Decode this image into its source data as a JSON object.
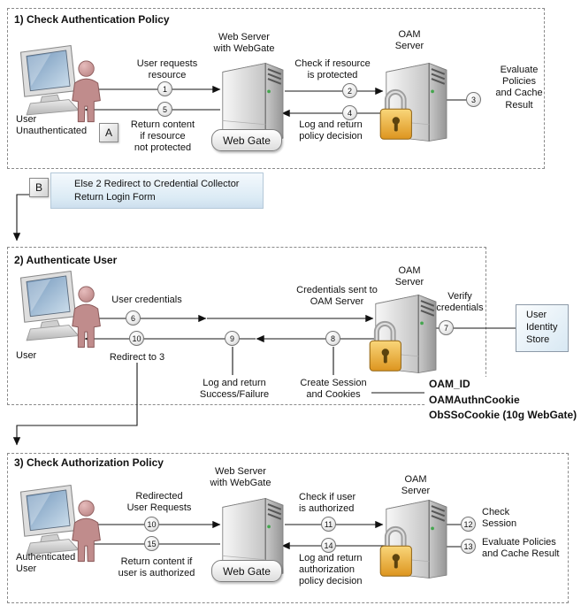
{
  "colors": {
    "note_box_bg": "#dcebf5",
    "identity_box_bg": "#d8e8f3",
    "lock_body_gold": "#e8a33b",
    "monitor_screen_blue": "#7a9cc2",
    "dashed_border": "#8a8a8a"
  },
  "section1": {
    "title": "1) Check Authentication Policy",
    "user_label": "User\nUnauthenticated",
    "web_server_label": "Web Server\nwith WebGate",
    "oam_server_label": "OAM\nServer",
    "webgate_badge": "Web Gate",
    "labels": {
      "user_requests": "User requests\nresource",
      "check_resource": "Check if resource\nis protected",
      "evaluate": "Evaluate Policies\nand Cache\nResult",
      "log_return": "Log and return\npolicy decision",
      "note_a": "Return content\nif resource\nnot protected"
    },
    "note_a_letter": "A",
    "circles": {
      "n1": "1",
      "n2": "2",
      "n3": "3",
      "n4": "4",
      "n5": "5"
    }
  },
  "note_b": {
    "letter": "B",
    "text": "Else 2 Redirect to Credential Collector\nReturn Login Form"
  },
  "section2": {
    "title": "2) Authenticate User",
    "user_label": "User",
    "oam_server_label": "OAM\nServer",
    "labels": {
      "user_credentials": "User credentials",
      "credentials_sent": "Credentials sent to\nOAM Server",
      "redirect": "Redirect to 3",
      "log_return": "Log and return\nSuccess/Failure",
      "create_session": "Create Session\nand Cookies",
      "verify": "Verify\ncredentials"
    },
    "identity_store_label": "User\nIdentity\nStore",
    "cookies": [
      "OAM_ID",
      "OAMAuthnCookie",
      "ObSSoCookie (10g WebGate)"
    ],
    "circles": {
      "n6": "6",
      "n7": "7",
      "n8": "8",
      "n9": "9",
      "n10": "10"
    }
  },
  "section3": {
    "title": "3) Check Authorization Policy",
    "user_label": "Authenticated\nUser",
    "web_server_label": "Web Server\nwith WebGate",
    "oam_server_label": "OAM\nServer",
    "webgate_badge": "Web Gate",
    "labels": {
      "redirected": "Redirected\nUser Requests",
      "return_content": "Return content if\nuser is authorized",
      "check_user": "Check if user\nis authorized",
      "log_return": "Log and return\nauthorization\npolicy decision",
      "check_session": "Check\nSession",
      "evaluate": "Evaluate Policies\nand Cache Result"
    },
    "circles": {
      "n10": "10",
      "n11": "11",
      "n12": "12",
      "n13": "13",
      "n14": "14",
      "n15": "15"
    }
  }
}
